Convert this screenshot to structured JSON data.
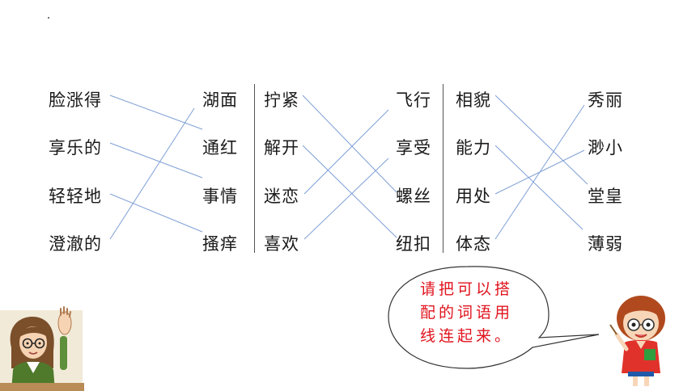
{
  "section1": {
    "left": [
      "脸涨得",
      "享乐的",
      "轻轻地",
      "澄澈的"
    ],
    "right": [
      "湖面",
      "通红",
      "事情",
      "搔痒"
    ]
  },
  "section2": {
    "left": [
      "拧紧",
      "解开",
      "迷恋",
      "喜欢"
    ],
    "right": [
      "飞行",
      "享受",
      "螺丝",
      "纽扣"
    ]
  },
  "section3": {
    "left": [
      "相貌",
      "能力",
      "用处",
      "体态"
    ],
    "right": [
      "秀丽",
      "渺小",
      "堂皇",
      "薄弱"
    ]
  },
  "bubble": {
    "line1": "请把可以搭",
    "line2": "配的词语用",
    "line3": "线连起来。"
  },
  "colors": {
    "line": "#7f9fd6",
    "bubble_text": "#e0141e"
  }
}
